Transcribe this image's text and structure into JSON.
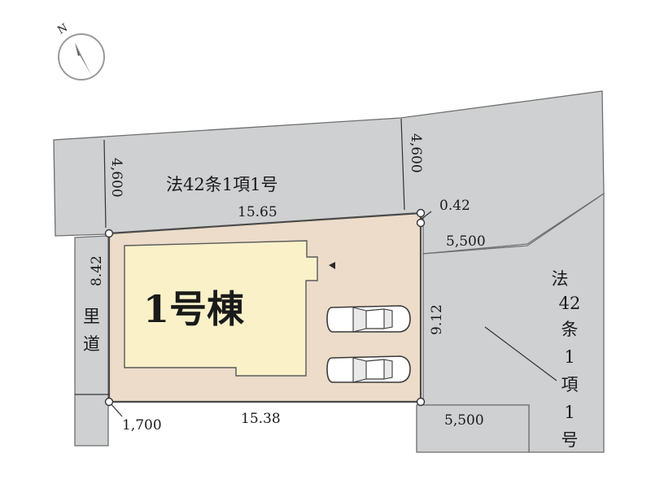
{
  "plot": {
    "building_label": "1号棟",
    "side_road_label_chars": [
      "里",
      "道"
    ],
    "north_road_label": "法42条1項1号",
    "east_road_label_chars": [
      "法",
      "42",
      "条",
      "1",
      "項",
      "1",
      "号"
    ]
  },
  "dimensions": {
    "lot_north": "15.65",
    "lot_south": "15.38",
    "lot_east": "9.12",
    "lot_west": "8.42",
    "corner_offset": "0.42",
    "road_north_width_left": "4,600",
    "road_north_width_right": "4,600",
    "road_east_width_top": "5,500",
    "road_east_width_bottom": "5,500",
    "side_road_width": "1,700"
  },
  "compass": {
    "north_letter": "N",
    "icon": "north-arrow-icon"
  },
  "colors": {
    "road": "#cfd0d1",
    "lot": "#ecdcc9",
    "building": "#faf1c9",
    "outline": "#4a4a4a"
  }
}
